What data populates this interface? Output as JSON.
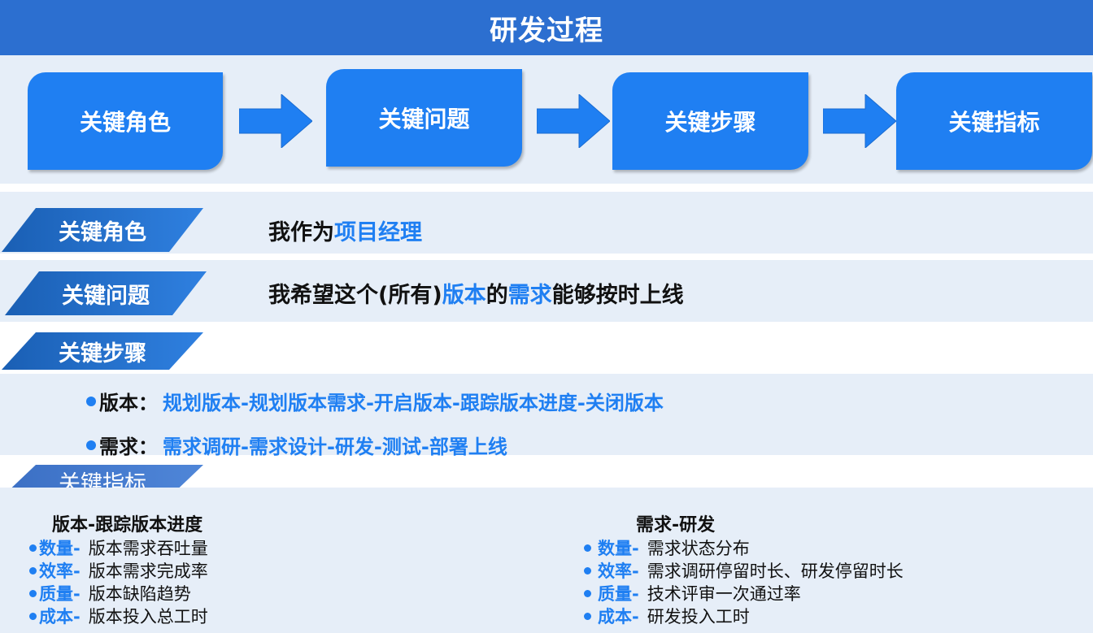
{
  "title": "研发过程",
  "flow": {
    "steps": [
      "关键角色",
      "关键问题",
      "关键步骤",
      "关键指标"
    ]
  },
  "sections": {
    "role": {
      "tag": "关键角色",
      "prefix": "我作为",
      "highlight": "项目经理"
    },
    "question": {
      "tag": "关键问题",
      "p1": "我希望这个(所有)",
      "h1": "版本",
      "p2": "的",
      "h2": "需求",
      "p3": "能够按时上线"
    },
    "steps": {
      "tag": "关键步骤",
      "version_label": "版本：",
      "version_steps": "规划版本-规划版本需求-开启版本-跟踪版本进度-关闭版本",
      "req_label": "需求：",
      "req_steps": "需求调研-需求设计-研发-测试-部署上线"
    },
    "metrics": {
      "tag": "关键指标",
      "left": {
        "title": "版本-跟踪版本进度",
        "items": [
          {
            "key": "数量-",
            "value": "版本需求吞吐量"
          },
          {
            "key": "效率-",
            "value": "版本需求完成率"
          },
          {
            "key": "质量-",
            "value": "版本缺陷趋势"
          },
          {
            "key": "成本-",
            "value": "版本投入总工时"
          }
        ]
      },
      "right": {
        "title": "需求-研发",
        "items": [
          {
            "key": "数量-",
            "value": "需求状态分布"
          },
          {
            "key": "效率-",
            "value": "需求调研停留时长、研发停留时长"
          },
          {
            "key": "质量-",
            "value": "技术评审一次通过率"
          },
          {
            "key": "成本-",
            "value": "研发投入工时"
          }
        ]
      }
    }
  },
  "colors": {
    "accent": "#1f7ff2",
    "header": "#2c6fd0",
    "band": "#e6eef8"
  }
}
